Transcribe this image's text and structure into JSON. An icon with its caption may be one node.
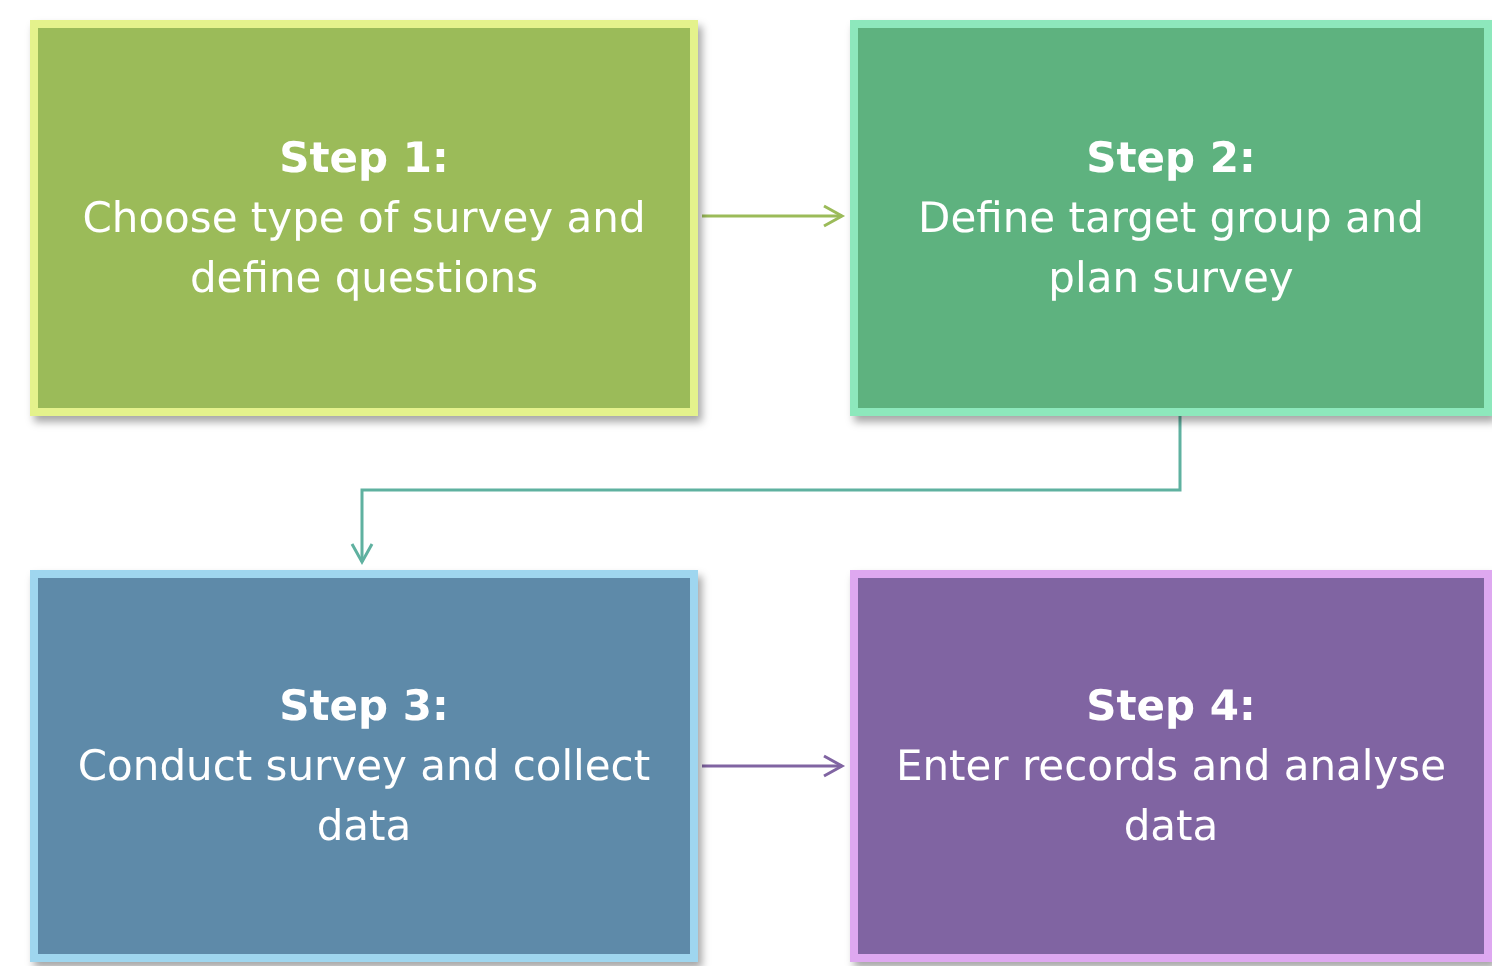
{
  "diagram": {
    "nodes": [
      {
        "text": [
          "Step 1:",
          "Choose type of survey and define questions"
        ]
      },
      {
        "text": [
          "Step 2:",
          "Define target group and plan survey"
        ]
      },
      {
        "text": [
          "Step 3:",
          "Conduct survey and collect data"
        ]
      },
      {
        "text": [
          "Step 4:",
          "Enter records and analyse data"
        ]
      }
    ],
    "edges": [
      {
        "from": 0,
        "to": 1,
        "arrow": "to",
        "color": "#9bbb59"
      },
      {
        "from": 1,
        "to": 2,
        "arrow": "to",
        "color": "#5fb1a0"
      },
      {
        "from": 2,
        "to": 3,
        "arrow": "to",
        "color": "#8064a2"
      }
    ]
  }
}
